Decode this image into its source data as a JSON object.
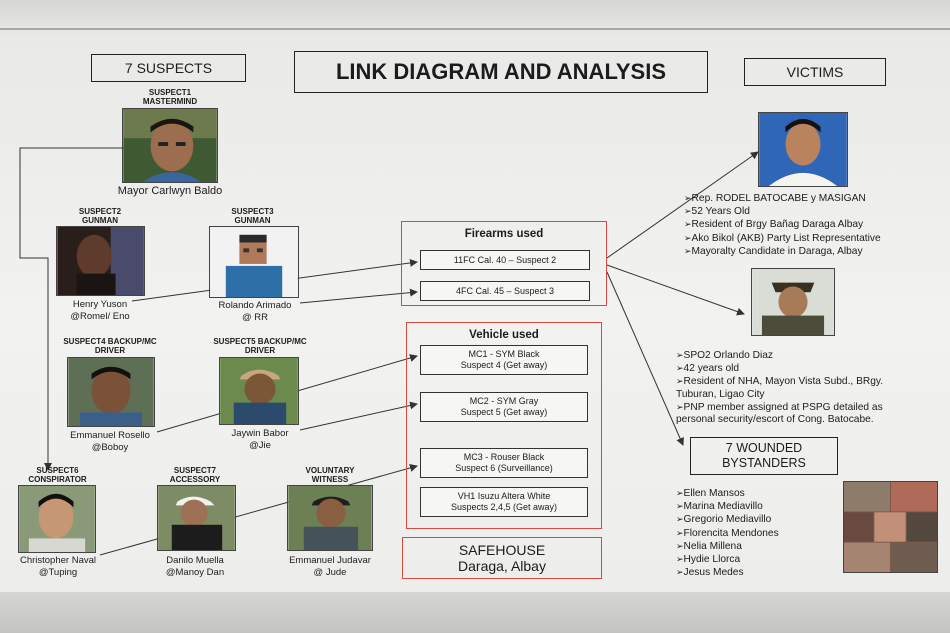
{
  "title": "LINK DIAGRAM AND ANALYSIS",
  "suspects_header": "7 SUSPECTS",
  "victims_header": "VICTIMS",
  "suspects": [
    {
      "role": "SUSPECT1",
      "subrole": "MASTERMIND",
      "name": "Mayor Carlwyn Baldo",
      "alias": ""
    },
    {
      "role": "SUSPECT2",
      "subrole": "GUNMAN",
      "name": "Henry  Yuson",
      "alias": "@Romel/ Eno"
    },
    {
      "role": "SUSPECT3",
      "subrole": "GUNMAN",
      "name": "Rolando Arimado",
      "alias": "@ RR"
    },
    {
      "role": "SUSPECT4 BACKUP/MC",
      "subrole": "DRIVER",
      "name": "Emmanuel Rosello",
      "alias": "@Boboy"
    },
    {
      "role": "SUSPECT5 BACKUP/MC",
      "subrole": "DRIVER",
      "name": "Jaywin Babor",
      "alias": "@Jie"
    },
    {
      "role": "SUSPECT6",
      "subrole": "CONSPIRATOR",
      "name": "Christopher Naval",
      "alias": "@Tuping"
    },
    {
      "role": "SUSPECT7",
      "subrole": "ACCESSORY",
      "name": "Danilo Muella",
      "alias": "@Manoy Dan"
    },
    {
      "role": "VOLUNTARY",
      "subrole": "WITNESS",
      "name": "Emmanuel Judavar",
      "alias": "@ Jude"
    }
  ],
  "firearms": {
    "title": "Firearms used",
    "items": [
      "11FC Cal. 40 – Suspect 2",
      "4FC Cal. 45 – Suspect 3"
    ]
  },
  "vehicles": {
    "title": "Vehicle used",
    "items": [
      {
        "line1": "MC1 - SYM Black",
        "line2": "Suspect 4 (Get away)"
      },
      {
        "line1": "MC2 - SYM Gray",
        "line2": "Suspect 5 (Get away)"
      },
      {
        "line1": "MC3 - Rouser Black",
        "line2": "Suspect 6 (Surveillance)"
      },
      {
        "line1": "VH1 Isuzu Altera White",
        "line2": "Suspects 2,4,5 (Get away)"
      }
    ]
  },
  "safehouse": {
    "line1": "SAFEHOUSE",
    "line2": "Daraga, Albay"
  },
  "victim1": {
    "details": [
      "Rep. RODEL BATOCABE y MASIGAN",
      "52 Years Old",
      "Resident of Brgy Bañag Daraga Albay",
      "Ako Bikol (AKB) Party List Representative",
      "Mayoralty Candidate in Daraga, Albay"
    ]
  },
  "victim2": {
    "details": [
      "SPO2 Orlando Diaz",
      "42 years old",
      "Resident of NHA, Mayon    Vista Subd., BRgy. Tuburan,  Ligao City",
      "PNP member assigned at PSPG detailed as personal security/escort of       Cong. Batocabe."
    ]
  },
  "bystanders": {
    "header_line1": "7 WOUNDED",
    "header_line2": "BYSTANDERS",
    "names": [
      "Ellen Mansos",
      "Marina Mediavillo",
      "Gregorio Mediavillo",
      "Florencita Mendones",
      "Nelia Millena",
      "Hydie Llorca",
      "Jesus Medes"
    ]
  },
  "colors": {
    "accent_red": "#d64a43",
    "board": "#f2f2f0",
    "ink": "#1c1c1c"
  }
}
